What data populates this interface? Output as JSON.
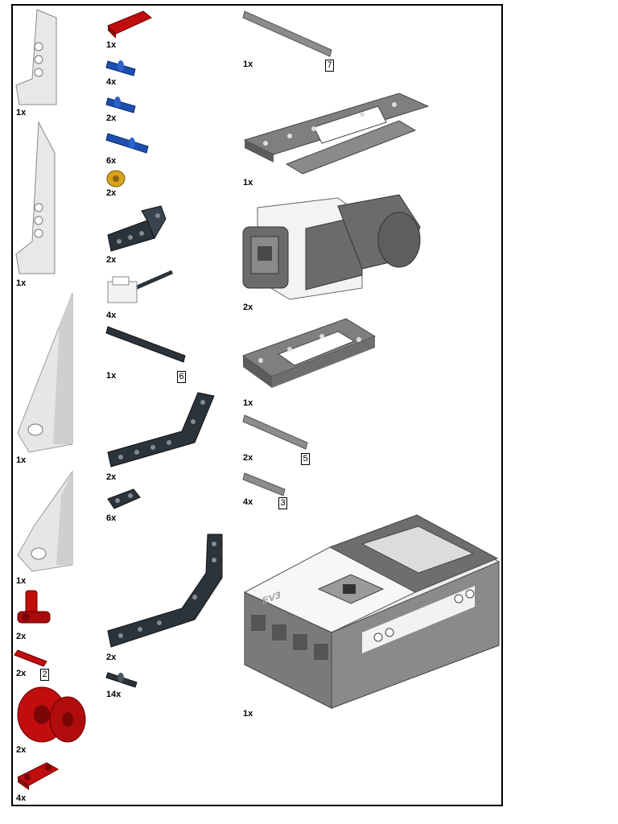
{
  "sheet": {
    "column1": [
      {
        "name": "panel-curved-small",
        "qty": "1x"
      },
      {
        "name": "panel-curved-tall",
        "qty": "1x"
      },
      {
        "name": "fairing-large",
        "qty": "1x"
      },
      {
        "name": "fairing-medium",
        "qty": "1x"
      },
      {
        "name": "axle-pin-connector",
        "qty": "2x"
      },
      {
        "name": "axle-2",
        "qty": "2x",
        "length": "2"
      },
      {
        "name": "wedge-belt-wheel",
        "qty": "2x"
      },
      {
        "name": "cross-block",
        "qty": "4x"
      }
    ],
    "column2": [
      {
        "name": "pin-long-red",
        "qty": "1x"
      },
      {
        "name": "pin-blue-short",
        "qty": "4x"
      },
      {
        "name": "pin-blue-axle",
        "qty": "2x"
      },
      {
        "name": "pin-blue-long",
        "qty": "6x"
      },
      {
        "name": "bush-yellow",
        "qty": "2x"
      },
      {
        "name": "beam-angle-dark",
        "qty": "2x"
      },
      {
        "name": "cable-connector",
        "qty": "4x"
      },
      {
        "name": "axle-6",
        "qty": "1x",
        "length": "6"
      },
      {
        "name": "beam-bent-dark",
        "qty": "2x"
      },
      {
        "name": "beam-2-dark",
        "qty": "6x"
      },
      {
        "name": "beam-double-bent-dark",
        "qty": "2x"
      },
      {
        "name": "pin-friction-dark",
        "qty": "14x"
      }
    ],
    "column3": [
      {
        "name": "axle-7",
        "qty": "1x",
        "length": "7"
      },
      {
        "name": "frame-large",
        "qty": "1x"
      },
      {
        "name": "motor-large",
        "qty": "2x"
      },
      {
        "name": "frame-5x7",
        "qty": "1x"
      },
      {
        "name": "axle-5",
        "qty": "2x",
        "length": "5"
      },
      {
        "name": "axle-3",
        "qty": "4x",
        "length": "3"
      },
      {
        "name": "ev3-brick",
        "qty": "1x",
        "logo": "EV3"
      }
    ]
  },
  "colors": {
    "red": "#c10d0d",
    "blue": "#1e4fb0",
    "yellow": "#d9a21c",
    "dark": "#2b333b",
    "gray": "#8c8c8c",
    "light": "#e6e6e6"
  }
}
